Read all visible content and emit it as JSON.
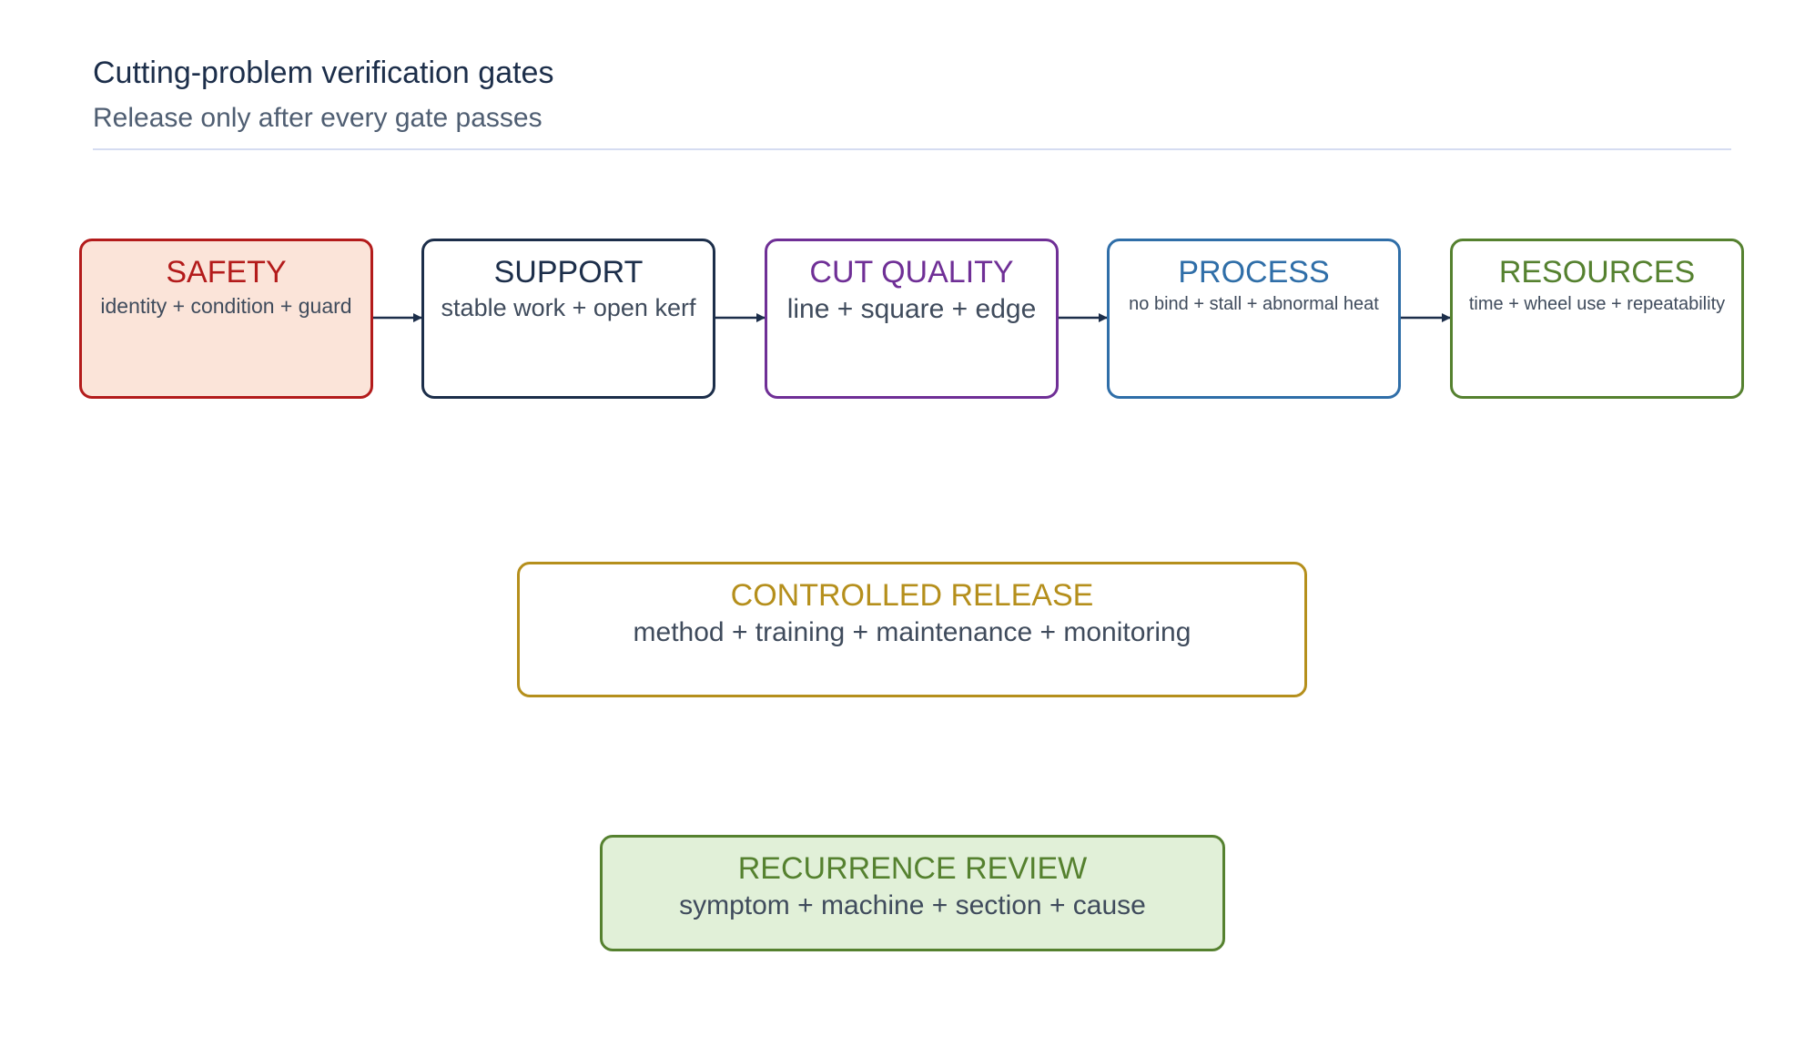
{
  "header": {
    "title": "Cutting-problem verification gates",
    "subtitle": "Release only after every gate passes"
  },
  "gates": [
    {
      "title": "SAFETY",
      "detail": "identity + condition + guard",
      "color": "#b31b1b"
    },
    {
      "title": "SUPPORT",
      "detail": "stable work + open kerf",
      "color": "#1c2e4a"
    },
    {
      "title": "CUT QUALITY",
      "detail": "line + square + edge",
      "color": "#6f2f96"
    },
    {
      "title": "PROCESS",
      "detail": "no bind + stall + abnormal heat",
      "color": "#2f6ea8"
    },
    {
      "title": "RESOURCES",
      "detail": "time + wheel use + repeatability",
      "color": "#55812f"
    }
  ],
  "release": {
    "title": "CONTROLLED RELEASE",
    "detail": "method + training + maintenance + monitoring",
    "color": "#b58f1c"
  },
  "review": {
    "title": "RECURRENCE REVIEW",
    "detail": "symptom + machine + section + cause",
    "color": "#55812f"
  }
}
